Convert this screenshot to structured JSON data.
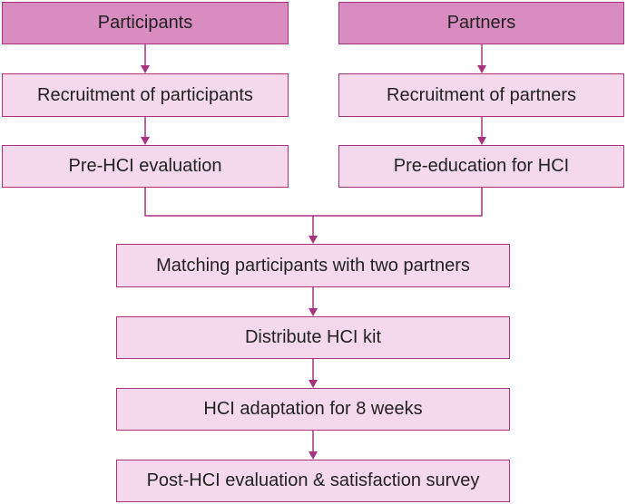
{
  "left_column": {
    "header": "Participants",
    "steps": [
      "Recruitment of participants",
      "Pre-HCI evaluation"
    ]
  },
  "right_column": {
    "header": "Partners",
    "steps": [
      "Recruitment of partners",
      "Pre-education for HCI"
    ]
  },
  "merged_steps": [
    "Matching participants with two partners",
    "Distribute HCI kit",
    "HCI adaptation for 8 weeks",
    "Post-HCI evaluation & satisfaction survey"
  ],
  "colors": {
    "header_fill": "#d98cc0",
    "step_fill": "#f4d9ec",
    "stroke": "#a8327f"
  }
}
